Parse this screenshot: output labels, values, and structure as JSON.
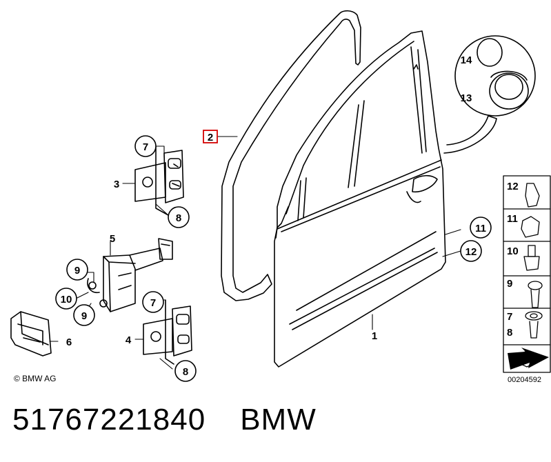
{
  "copyright": "© BMW AG",
  "diagram_id": "00204592",
  "part_number": "51767221840",
  "brand": "BMW",
  "highlight_color": "#d40000",
  "callouts": {
    "door": "1",
    "seal": "2",
    "hinge_upper": "3",
    "hinge_lower": "4",
    "check_strap": "5",
    "check_strap_cover": "6",
    "hinge_upper_7": "7",
    "hinge_upper_8": "8",
    "hinge_lower_7": "7",
    "hinge_lower_8": "8",
    "strap_9a": "9",
    "strap_10": "10",
    "strap_9b": "9",
    "door_11": "11",
    "door_12": "12",
    "detail_13": "13",
    "detail_14": "14"
  },
  "side_panel": {
    "p12": "12",
    "p11": "11",
    "p10": "10",
    "p9": "9",
    "p7": "7",
    "p8": "8"
  }
}
